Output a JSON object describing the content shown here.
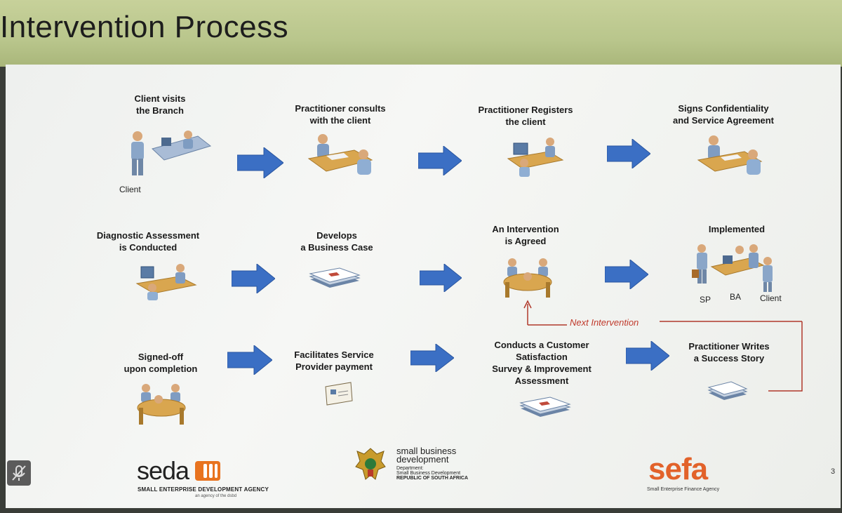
{
  "title": "Intervention Process",
  "steps": [
    {
      "id": "s1",
      "label_lines": [
        "Client visits",
        "the Branch"
      ]
    },
    {
      "id": "s2",
      "label_lines": [
        "Practitioner consults",
        "with the client"
      ]
    },
    {
      "id": "s3",
      "label_lines": [
        "Practitioner Registers",
        "the client"
      ]
    },
    {
      "id": "s4",
      "label_lines": [
        "Signs Confidentiality",
        "and Service Agreement"
      ]
    },
    {
      "id": "s5",
      "label_lines": [
        "Diagnostic Assessment",
        "is Conducted"
      ]
    },
    {
      "id": "s6",
      "label_lines": [
        "Develops",
        "a Business Case"
      ]
    },
    {
      "id": "s7",
      "label_lines": [
        "An Intervention",
        "is Agreed"
      ]
    },
    {
      "id": "s8",
      "label_lines": [
        "Implemented"
      ]
    },
    {
      "id": "s9",
      "label_lines": [
        "Signed-off",
        "upon completion"
      ]
    },
    {
      "id": "s10",
      "label_lines": [
        "Facilitates Service",
        "Provider payment"
      ]
    },
    {
      "id": "s11",
      "label_lines": [
        "Conducts a Customer",
        "Satisfaction",
        "Survey & Improvement",
        "Assessment"
      ]
    },
    {
      "id": "s12",
      "label_lines": [
        "Practitioner Writes",
        "a Success Story"
      ]
    }
  ],
  "client_label": "Client",
  "implemented_roles": [
    "SP",
    "BA",
    "Client"
  ],
  "next_intervention": "Next Intervention",
  "logos": {
    "seda_word": "seda",
    "seda_full": "SMALL ENTERPRISE DEVELOPMENT AGENCY",
    "seda_tag": "an agency of the dsbd",
    "sbd_line1": "small business",
    "sbd_line2": "development",
    "sbd_dept1": "Department:",
    "sbd_dept2": "Small Business Development",
    "sbd_dept3": "REPUBLIC OF SOUTH AFRICA",
    "sefa_word": "sefa",
    "sefa_full": "Small Enterprise Finance Agency"
  },
  "page_number": "3",
  "colors": {
    "arrow": "#3b6fc4",
    "connector": "#b0392b",
    "sefa": "#e2622a",
    "seda_accent": "#e8731f"
  }
}
